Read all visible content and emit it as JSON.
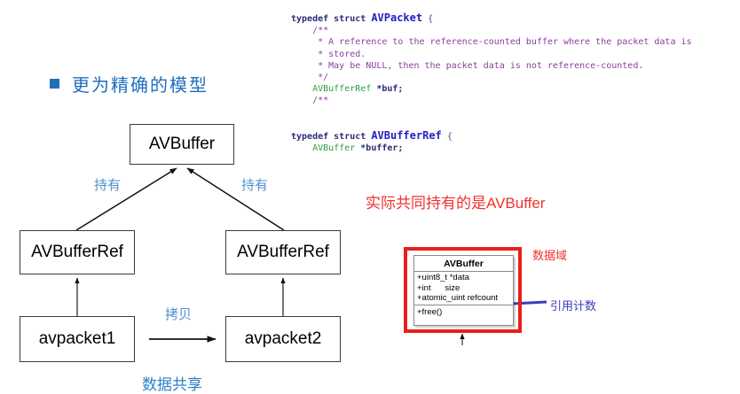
{
  "slide": {
    "title": "更为精确的模型",
    "bullet_color": "#1f6fbd"
  },
  "code": {
    "lines": [
      {
        "segments": [
          {
            "t": "typedef struct ",
            "c": "kw"
          },
          {
            "t": "AVPacket",
            "c": "typname"
          },
          {
            "t": " {",
            "c": "brace"
          }
        ]
      },
      {
        "segments": [
          {
            "t": "    /**",
            "c": "cmt"
          }
        ]
      },
      {
        "segments": [
          {
            "t": "     * A reference to the reference-counted buffer where the packet data is",
            "c": "cmt"
          }
        ]
      },
      {
        "segments": [
          {
            "t": "     * stored.",
            "c": "cmt"
          }
        ]
      },
      {
        "segments": [
          {
            "t": "     * May be NULL, then the packet data is not reference-counted.",
            "c": "cmt"
          }
        ]
      },
      {
        "segments": [
          {
            "t": "     */",
            "c": "cmt"
          }
        ]
      },
      {
        "segments": [
          {
            "t": "    AVBufferRef ",
            "c": "grn"
          },
          {
            "t": "*buf;",
            "c": "var"
          }
        ]
      },
      {
        "segments": [
          {
            "t": "    /**",
            "c": "cmt"
          }
        ]
      },
      {
        "segments": [
          {
            "t": "",
            "c": "cmt"
          }
        ]
      },
      {
        "segments": [
          {
            "t": "",
            "c": "cmt"
          }
        ]
      },
      {
        "segments": [
          {
            "t": "typedef struct ",
            "c": "kw"
          },
          {
            "t": "AVBufferRef",
            "c": "typname"
          },
          {
            "t": " {",
            "c": "brace"
          }
        ]
      },
      {
        "segments": [
          {
            "t": "    AVBuffer ",
            "c": "grn"
          },
          {
            "t": "*buffer;",
            "c": "var"
          }
        ]
      }
    ]
  },
  "diagram": {
    "nodes": {
      "avbuffer": "AVBuffer",
      "ref_left": "AVBufferRef",
      "ref_right": "AVBufferRef",
      "packet_left": "avpacket1",
      "packet_right": "avpacket2"
    },
    "labels": {
      "hold_left": "持有",
      "hold_right": "持有",
      "copy": "拷贝",
      "data_share": "数据共享"
    }
  },
  "annotations": {
    "actual_owner": "实际共同持有的是AVBuffer",
    "data_field": "数据域",
    "ref_count": "引用计数",
    "red_color": "#f0322e",
    "blue_color": "#3b3bbd"
  },
  "uml_class": {
    "name": "AVBuffer",
    "attributes": [
      "+uint8_t *data",
      "+int      size",
      "+atomic_uint refcount"
    ],
    "operations": [
      "+free()"
    ]
  }
}
